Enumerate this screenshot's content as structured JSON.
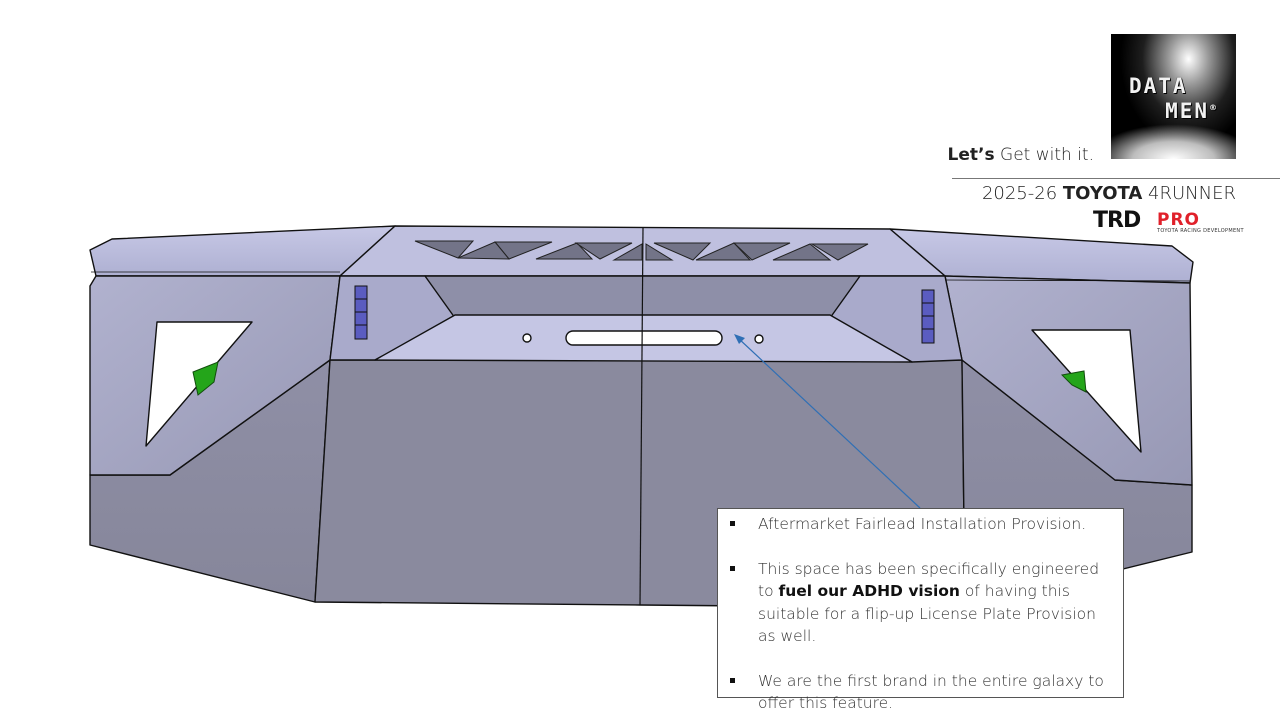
{
  "header": {
    "tagline_bold": "Let’s",
    "tagline_rest": " Get with it.",
    "model_year": "2025-26 ",
    "model_brand": "TOYOTA",
    "model_name": " 4RUNNER"
  },
  "logos": {
    "datamen_line1": "DATA",
    "datamen_line2": "MEN",
    "datamen_registered": "®",
    "trd_mark": "TRD",
    "trd_pro": "PRO",
    "trd_sub": "TOYOTA RACING DEVELOPMENT"
  },
  "callout": {
    "item1": "Aftermarket Fairlead Installation Provision.",
    "item2_before": "This space has been specifically engineered to ",
    "item2_bold": "fuel our ADHD vision",
    "item2_after": " of having this suitable for a flip-up License Plate Provision as well.",
    "item3": "We are the first brand in the entire galaxy to offer this feature."
  },
  "colors": {
    "bumper_top": "#b7b8d8",
    "bumper_face": "#8c8ca0",
    "bumper_edge": "#000000",
    "leader_line": "#2f6fb5",
    "accent_green": "#24a51a",
    "trd_red": "#e0202a"
  }
}
